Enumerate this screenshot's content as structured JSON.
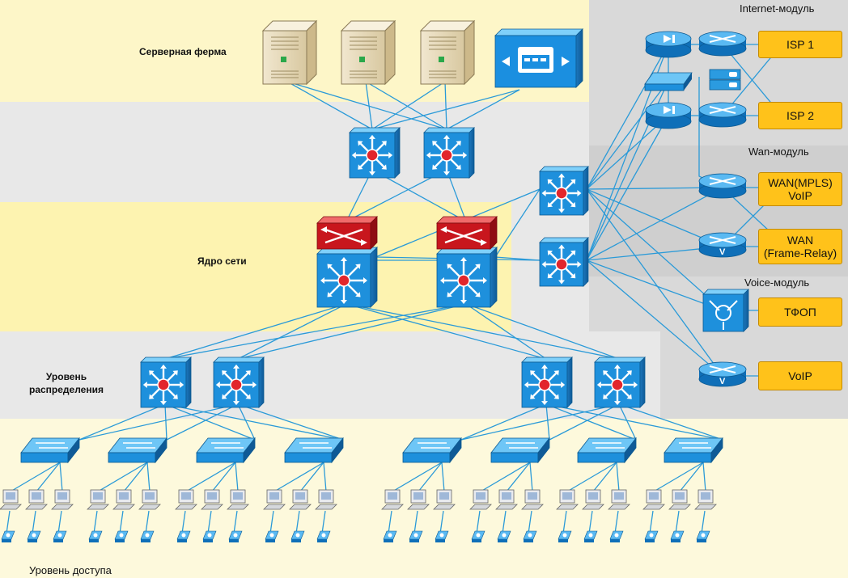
{
  "labels": {
    "server_farm": "Серверная ферма",
    "core": "Ядро сети",
    "distribution": "Уровень\nраспределения",
    "access": "Уровень доступа",
    "internet_module": "Internet-модуль",
    "wan_module": "Wan-модуль",
    "voice_module": "Voice-модуль"
  },
  "providers": {
    "isp1": "ISP 1",
    "isp2": "ISP 2",
    "wan_mpls": "WAN(MPLS)\nVoIP",
    "wan_fr": "WAN\n(Frame-Relay)",
    "pstn": "ТФОП",
    "voip": "VoIP"
  },
  "colors": {
    "device_blue": "#1e88d6",
    "device_red": "#d8232a",
    "link": "#2a9ad8",
    "provider": "#ffc21a",
    "band_grey": "#e6e6e6",
    "band_yellow": "#fdf6c8"
  }
}
